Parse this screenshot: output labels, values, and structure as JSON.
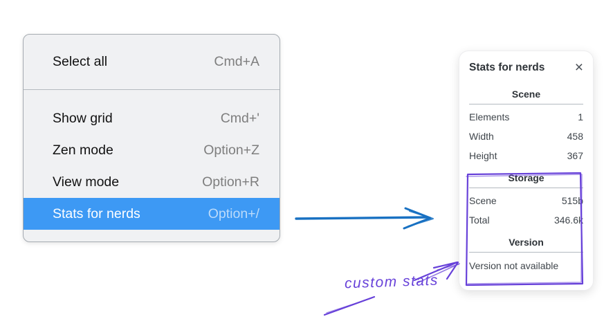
{
  "colors": {
    "menu-bg": "#f0f1f3",
    "menu-border": "#a5abb1",
    "menu-text": "#111111",
    "shortcut-text": "#7e7e7e",
    "selected-bg": "#3d99f4",
    "selected-text": "#ffffff",
    "selected-shortcut": "#bcdbfa",
    "divider": "#b4b9be",
    "arrow-blue": "#1971c2",
    "annotation-purple": "#6741d9",
    "panel-bg": "#ffffff",
    "panel-text": "#3f454b",
    "panel-heading": "#2e3338",
    "rule": "#b2b9bf"
  },
  "context_menu": {
    "items": [
      {
        "label": "Select all",
        "shortcut": "Cmd+A",
        "selected": false
      },
      {
        "label": "Show grid",
        "shortcut": "Cmd+'",
        "selected": false
      },
      {
        "label": "Zen mode",
        "shortcut": "Option+Z",
        "selected": false
      },
      {
        "label": "View mode",
        "shortcut": "Option+R",
        "selected": false
      },
      {
        "label": "Stats for nerds",
        "shortcut": "Option+/",
        "selected": true
      }
    ]
  },
  "stats_panel": {
    "title": "Stats for nerds",
    "close_icon": "×",
    "sections": {
      "scene": {
        "heading": "Scene",
        "rows": [
          {
            "label": "Elements",
            "value": "1"
          },
          {
            "label": "Width",
            "value": "458"
          },
          {
            "label": "Height",
            "value": "367"
          }
        ]
      },
      "storage": {
        "heading": "Storage",
        "rows": [
          {
            "label": "Scene",
            "value": "515b"
          },
          {
            "label": "Total",
            "value": "346.6k"
          }
        ]
      },
      "version": {
        "heading": "Version",
        "note": "Version not available"
      }
    }
  },
  "annotations": {
    "custom_stats_label": "custom stats"
  }
}
